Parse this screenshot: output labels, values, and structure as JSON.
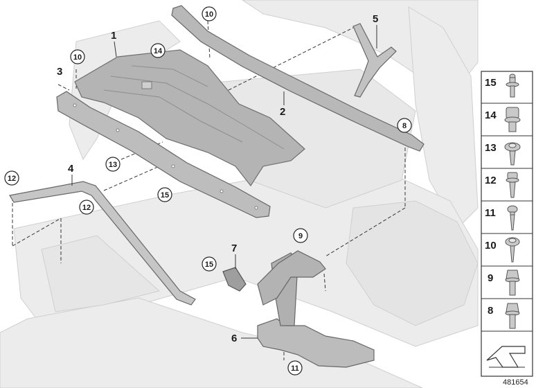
{
  "diagram": {
    "id": "481654",
    "callouts_plain": [
      "1",
      "2",
      "3",
      "4",
      "5",
      "6",
      "7"
    ],
    "callouts_circled": [
      "8",
      "9",
      "10",
      "10",
      "11",
      "12",
      "12",
      "13",
      "14",
      "15",
      "15"
    ]
  },
  "fastener_list": {
    "items": [
      {
        "label": "15",
        "icon": "bolt-slim-icon"
      },
      {
        "label": "14",
        "icon": "nut-flange-icon"
      },
      {
        "label": "13",
        "icon": "washer-screw-icon"
      },
      {
        "label": "12",
        "icon": "flange-screw-icon"
      },
      {
        "label": "11",
        "icon": "pan-screw-icon"
      },
      {
        "label": "10",
        "icon": "wide-flange-screw-icon"
      },
      {
        "label": "9",
        "icon": "hex-flange-bolt-icon"
      },
      {
        "label": "8",
        "icon": "hex-bolt-icon"
      }
    ],
    "footer_icon": "view-direction-arrow-icon"
  }
}
